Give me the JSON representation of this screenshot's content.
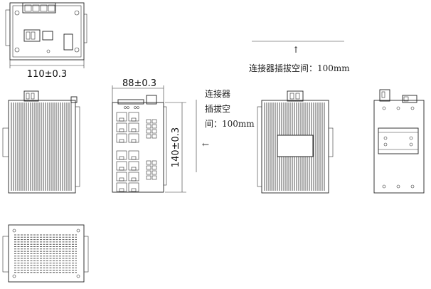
{
  "dimensions": {
    "top_width": "110±0.3",
    "front_width": "88±0.3",
    "front_height": "140±0.3"
  },
  "notes": {
    "side_clearance": [
      "连接器",
      "插拔空",
      "间：100mm"
    ],
    "top_clearance": "连接器插拔空间：100mm"
  },
  "arrows": {
    "up": "↑",
    "left": "←"
  },
  "colors": {
    "stroke": "#222222",
    "background": "#ffffff"
  }
}
